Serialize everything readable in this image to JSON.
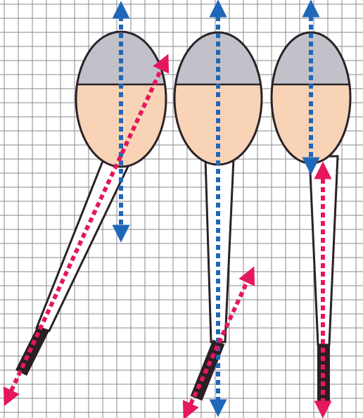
{
  "figure": {
    "colors": {
      "background": "#ffffff",
      "grid": "#8a8a8a",
      "outline": "#2a2228",
      "head_top": "#c2c0c9",
      "head_bottom": "#f8d3b6",
      "stem_fill": "#ffffff",
      "stem_dark": "#2a1f24",
      "blue_arrow": "#1f67b8",
      "pink_arrow": "#e5175e"
    },
    "arrow_style": "dotted",
    "arrowhead_icons": [
      "triangle-arrowhead-icon"
    ],
    "figures": [
      {
        "id": "left",
        "tilt": "strong-left-lean"
      },
      {
        "id": "middle",
        "tilt": "vertical-with-bent-tip"
      },
      {
        "id": "right",
        "tilt": "vertical"
      }
    ]
  }
}
